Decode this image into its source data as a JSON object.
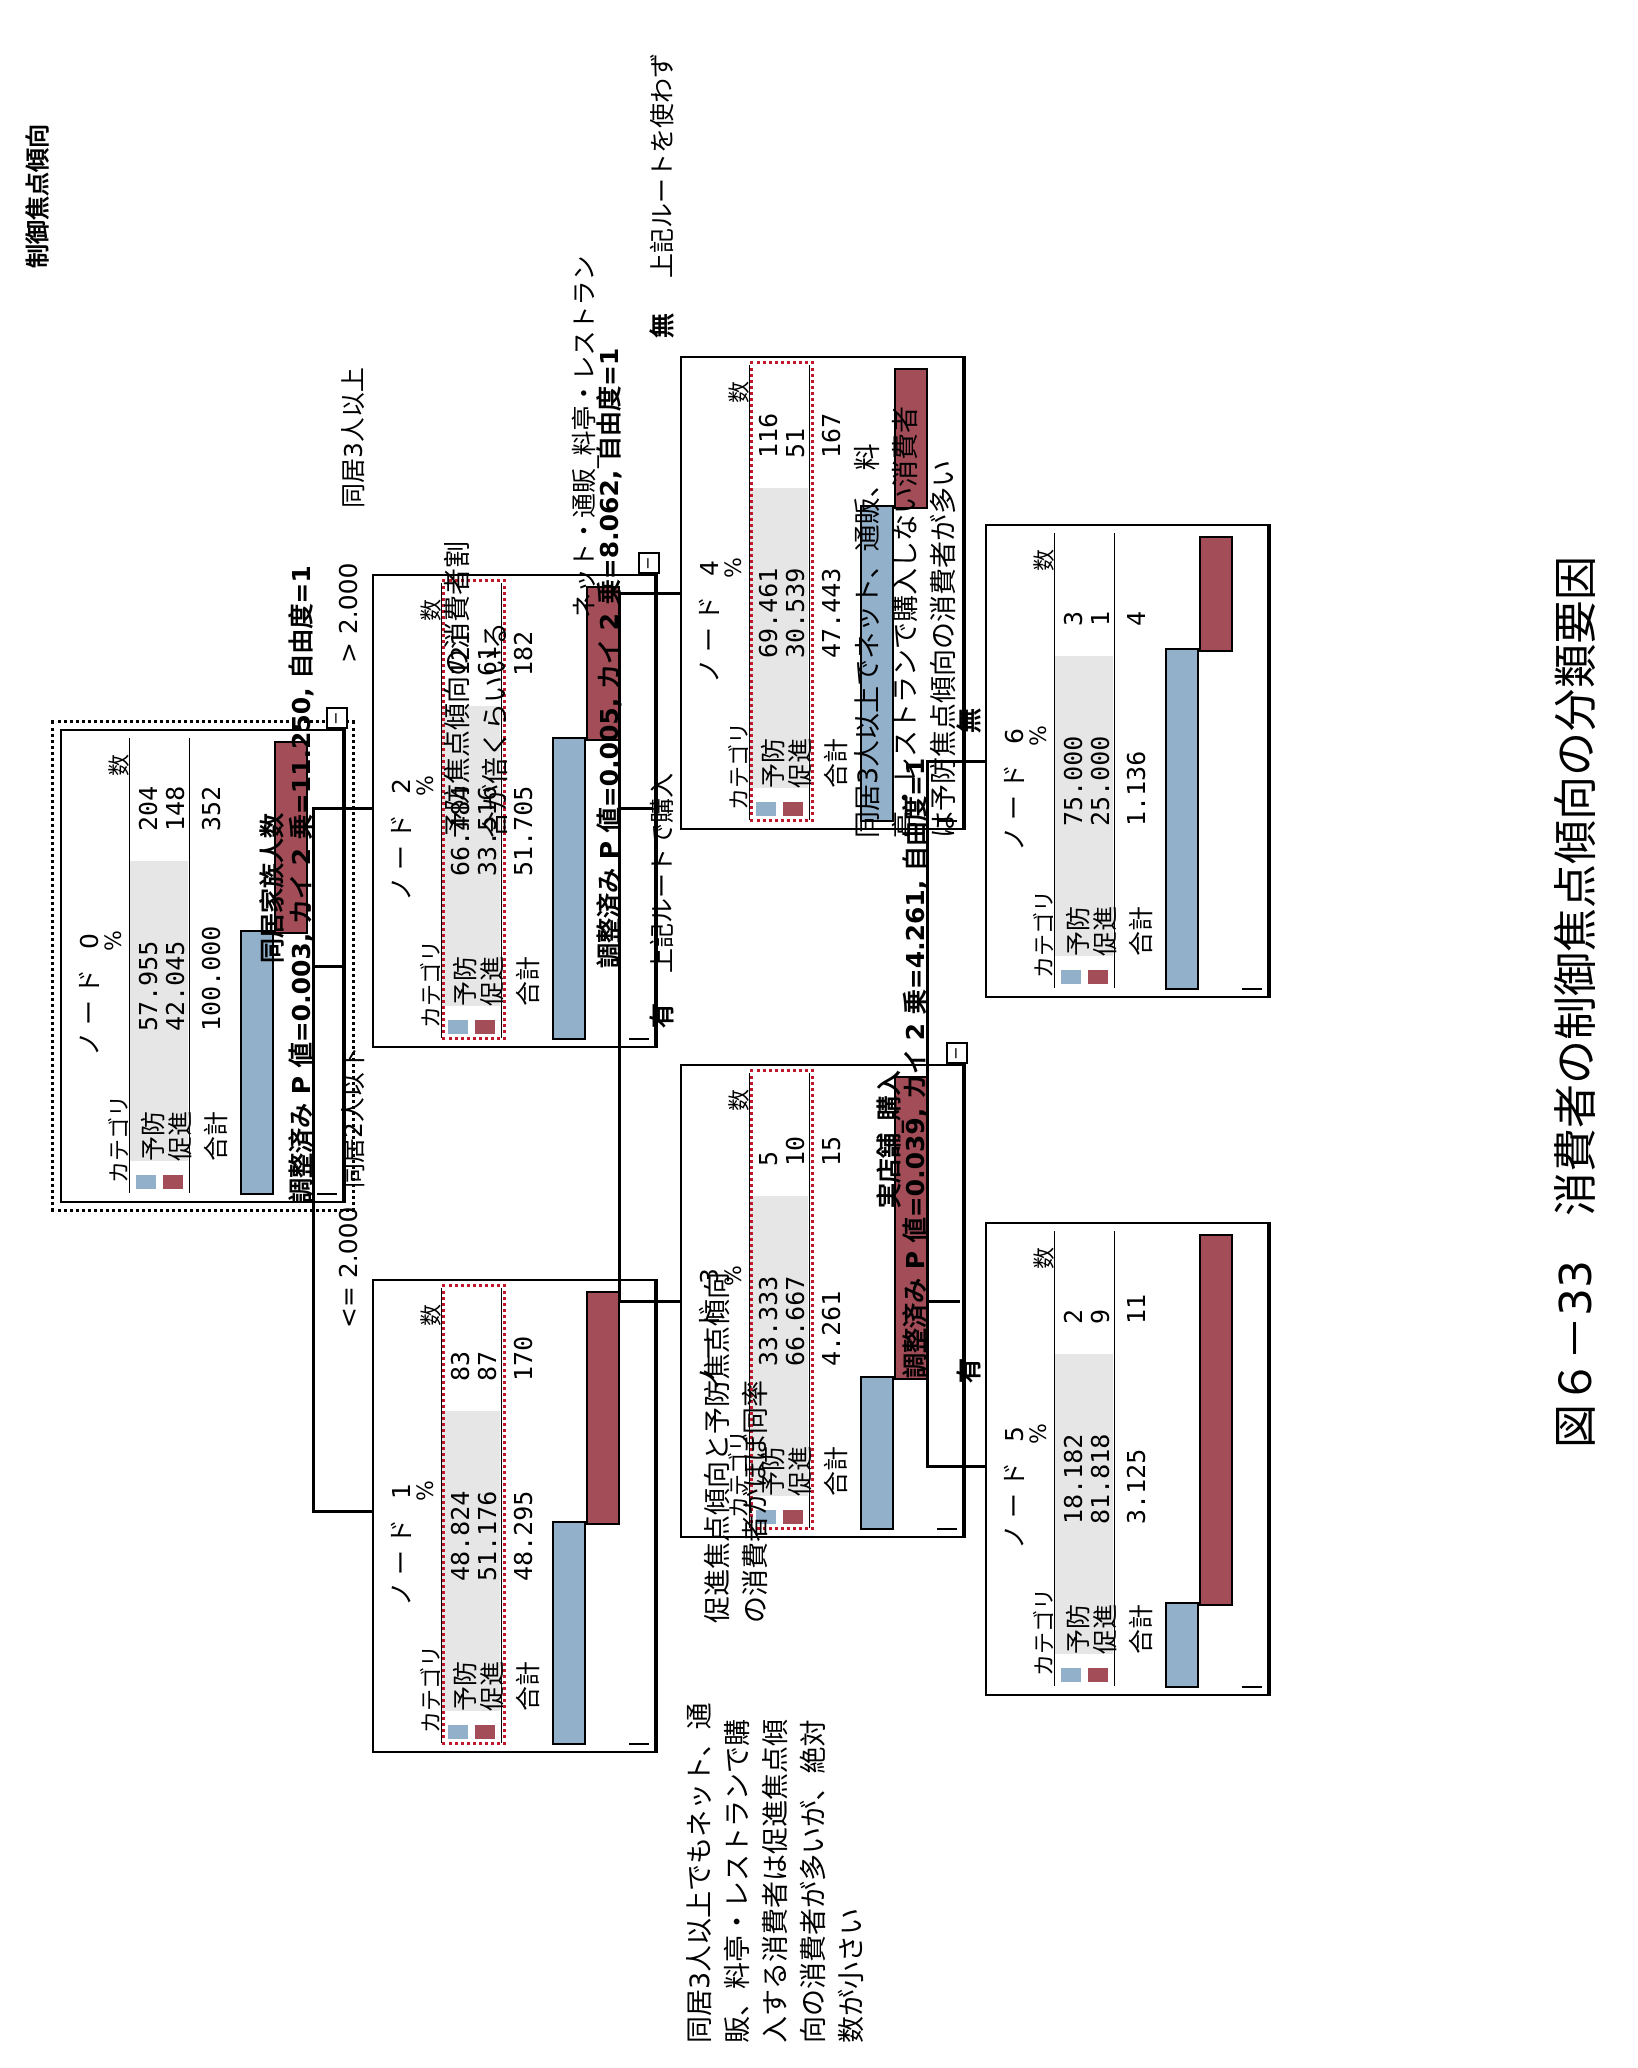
{
  "root_label": "制御焦点傾向",
  "headers": {
    "category": "カテゴリ",
    "pct": "%",
    "n": "数",
    "total": "合計"
  },
  "categories": [
    {
      "name": "予防",
      "color": "#93b0cb"
    },
    {
      "name": "促進",
      "color": "#a24d57"
    }
  ],
  "toggle_symbol": "−",
  "nodes": [
    {
      "title": "ノード 0",
      "rows": [
        [
          "57.955",
          "204"
        ],
        [
          "42.045",
          "148"
        ]
      ],
      "total": [
        "100.000",
        "352"
      ],
      "prevention_fraction": 0.57955
    },
    {
      "title": "ノード 1",
      "rows": [
        [
          "48.824",
          "83"
        ],
        [
          "51.176",
          "87"
        ]
      ],
      "total": [
        "48.295",
        "170"
      ],
      "prevention_fraction": 0.48824
    },
    {
      "title": "ノード 2",
      "rows": [
        [
          "66.484",
          "121"
        ],
        [
          "33.516",
          "61"
        ]
      ],
      "total": [
        "51.705",
        "182"
      ],
      "prevention_fraction": 0.66484
    },
    {
      "title": "ノード 3",
      "rows": [
        [
          "33.333",
          "5"
        ],
        [
          "66.667",
          "10"
        ]
      ],
      "total": [
        "4.261",
        "15"
      ],
      "prevention_fraction": 0.33333
    },
    {
      "title": "ノード 4",
      "rows": [
        [
          "69.461",
          "116"
        ],
        [
          "30.539",
          "51"
        ]
      ],
      "total": [
        "47.443",
        "167"
      ],
      "prevention_fraction": 0.69461
    },
    {
      "title": "ノード 5",
      "rows": [
        [
          "18.182",
          "2"
        ],
        [
          "81.818",
          "9"
        ]
      ],
      "total": [
        "3.125",
        "11"
      ],
      "prevention_fraction": 0.18182
    },
    {
      "title": "ノード 6",
      "rows": [
        [
          "75.000",
          "3"
        ],
        [
          "25.000",
          "1"
        ]
      ],
      "total": [
        "1.136",
        "4"
      ],
      "prevention_fraction": 0.75
    }
  ],
  "splits": {
    "s1": {
      "variable": "同居家族人数",
      "stats": "調整済み P 値=0.003, カイ 2 乗=11.250, 自由度=1"
    },
    "s2": {
      "variable": "ネット・通販_料亭・レストラン",
      "stats": "調整済み P 値=0.005, カイ 2 乗=8.062, 自由度=1"
    },
    "s3": {
      "variable": "実店舗_購入",
      "stats": "調整済み P 値=0.039, カイ 2 乗=4.261, 自由度=1"
    }
  },
  "edges": {
    "e1": {
      "cond": "<= 2.000",
      "note": "同居2人以下"
    },
    "e2": {
      "cond": "> 2.000",
      "note": "同居3人以上"
    },
    "e3": {
      "cond": "有",
      "note": "上記ルートで購入"
    },
    "e4": {
      "cond": "無",
      "note": "上記ルートを使わず"
    },
    "e5": {
      "cond": "有"
    },
    "e6": {
      "cond": "無"
    }
  },
  "annotations": {
    "a1": [
      "促進焦点傾向と予防焦点傾向",
      "の消費者がほぼ同率"
    ],
    "a2": [
      "予防焦点傾向の消費者割",
      "合が倍くらいいる"
    ],
    "a3": [
      "同居3人以上でもネット、通",
      "販、料亭・レストランで購",
      "入する消費者は促進焦点傾",
      "向の消費者が多いが、絶対",
      "数が小さい"
    ],
    "a4": [
      "同居3人以上でネット、通販、料",
      "亭・レストランで購入しない消費者",
      "は予防焦点傾向の消費者が多い"
    ]
  },
  "caption": "図６－33　消費者の制御焦点傾向の分類要因"
}
